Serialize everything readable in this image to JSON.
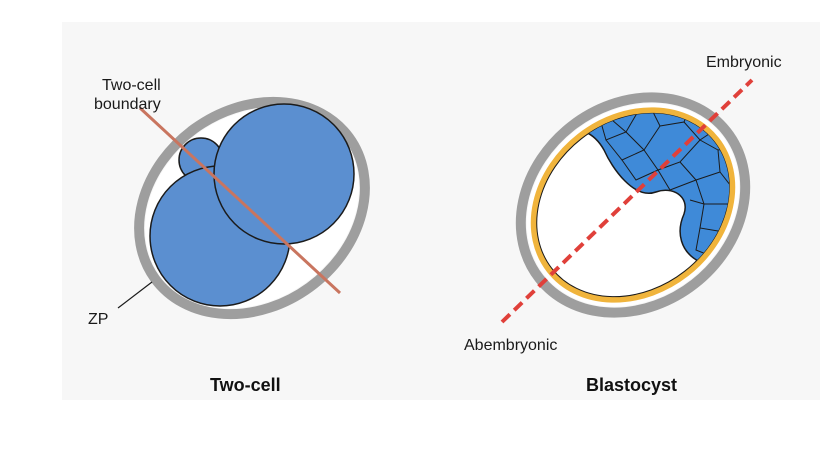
{
  "colors": {
    "cell_fill": "#5b8fd0",
    "cell_stroke": "#1b1b1b",
    "zona_pellucida": "#9e9e9e",
    "trophectoderm": "#f0b43c",
    "cleavage_line": "#c9755f",
    "axis_line": "#e0403a",
    "icm_fill": "#3f8ad8"
  },
  "two_cell": {
    "title": "Two-cell",
    "boundary_label_line1": "Two-cell",
    "boundary_label_line2": "boundary",
    "zp_label": "ZP"
  },
  "blastocyst": {
    "title": "Blastocyst",
    "embryonic_label": "Embryonic",
    "abembryonic_label": "Abembryonic"
  }
}
